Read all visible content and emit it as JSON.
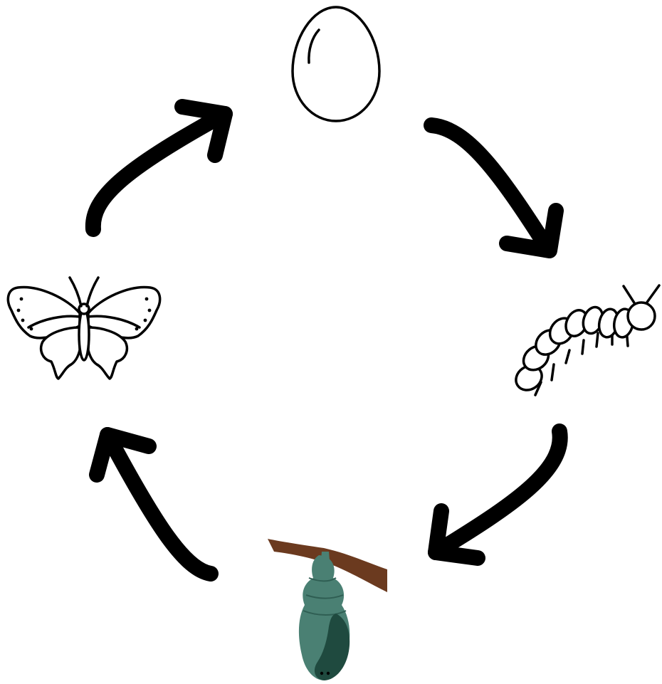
{
  "diagram": {
    "type": "cycle",
    "stages": [
      {
        "id": "egg",
        "icon": "egg-icon"
      },
      {
        "id": "larva",
        "icon": "caterpillar-icon"
      },
      {
        "id": "pupa",
        "icon": "chrysalis-icon"
      },
      {
        "id": "adult",
        "icon": "butterfly-icon"
      }
    ],
    "connections": [
      {
        "from": "egg",
        "to": "larva"
      },
      {
        "from": "larva",
        "to": "pupa"
      },
      {
        "from": "pupa",
        "to": "adult"
      },
      {
        "from": "adult",
        "to": "egg"
      }
    ],
    "colors": {
      "background": "#ffffff",
      "stroke": "#000000",
      "branch": "#6b3a1f",
      "chrysalis_light": "#4a8073",
      "chrysalis_dark": "#1f4a3f"
    }
  }
}
